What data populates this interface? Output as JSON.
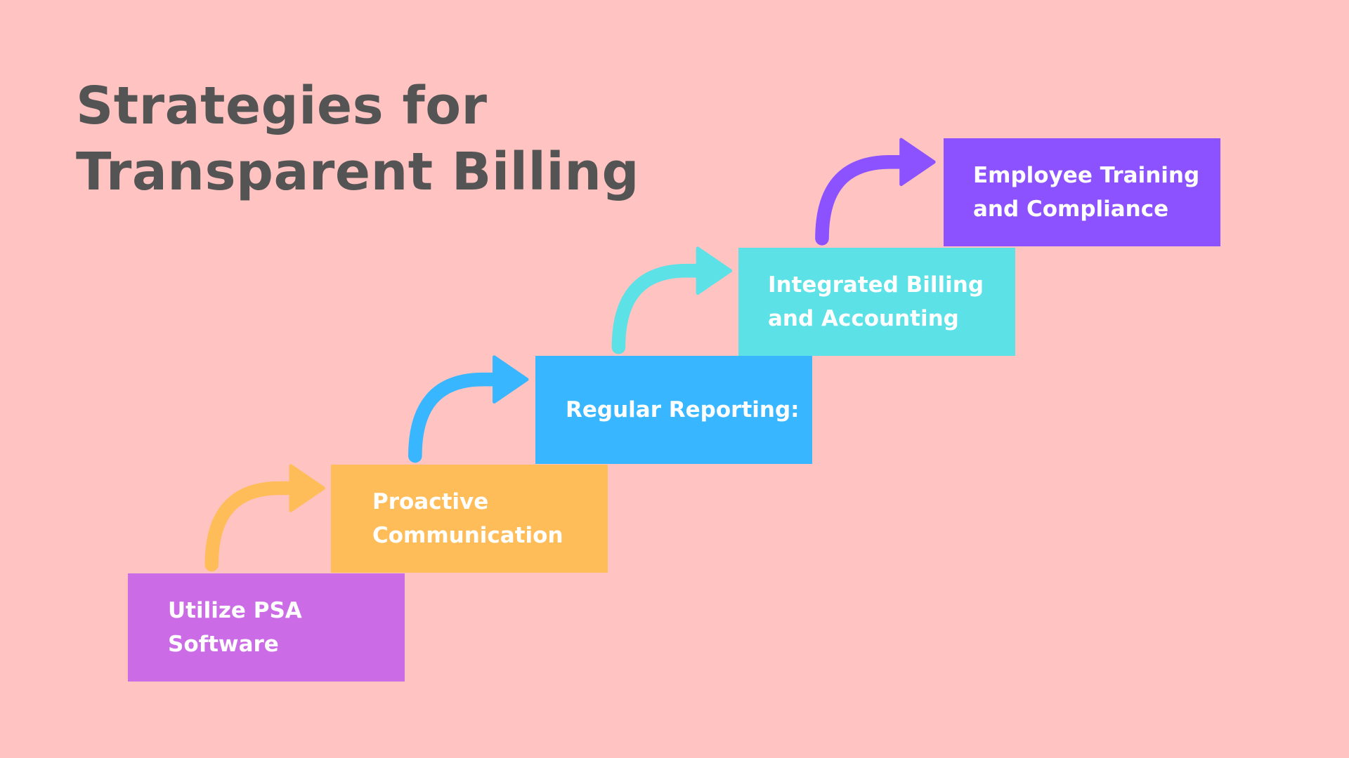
{
  "title": {
    "line1": "Strategies for",
    "line2": "Transparent Billing"
  },
  "steps": [
    {
      "label_lines": [
        "Utilize PSA",
        "Software"
      ],
      "color": "#CB6CE6"
    },
    {
      "label_lines": [
        "Proactive",
        "Communication"
      ],
      "color": "#FFBD59"
    },
    {
      "label_lines": [
        "Regular Reporting:"
      ],
      "color": "#38B6FF"
    },
    {
      "label_lines": [
        "Integrated Billing",
        "and Accounting"
      ],
      "color": "#5CE1E6"
    },
    {
      "label_lines": [
        "Employee Training",
        "and Compliance"
      ],
      "color": "#8C52FF"
    }
  ],
  "arrow_colors": [
    "#FFBD59",
    "#38B6FF",
    "#5CE1E6",
    "#8C52FF"
  ]
}
